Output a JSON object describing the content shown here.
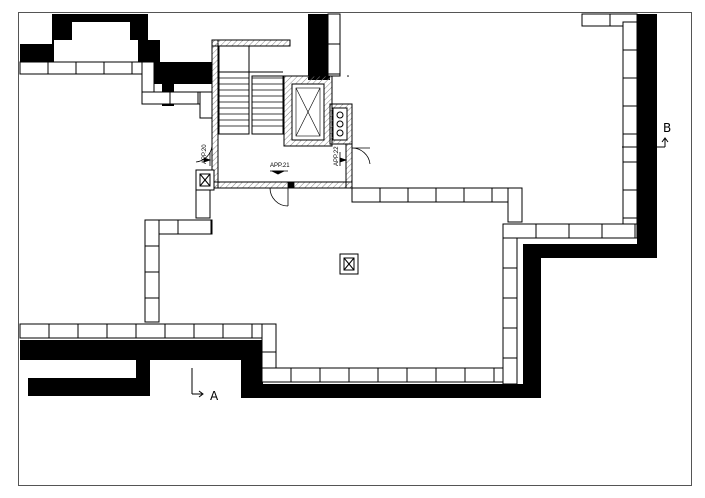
{
  "drawing": {
    "type": "architectural floor plan",
    "labels": {
      "door_app20": "APP.20",
      "door_app21": "APP.21",
      "door_app22": "APP.22",
      "section_a": "A",
      "section_b": "B"
    },
    "colors": {
      "wall_fill": "#000000",
      "panel_fill": "#ffffff",
      "line": "#000000",
      "hatch": "#888888"
    }
  }
}
